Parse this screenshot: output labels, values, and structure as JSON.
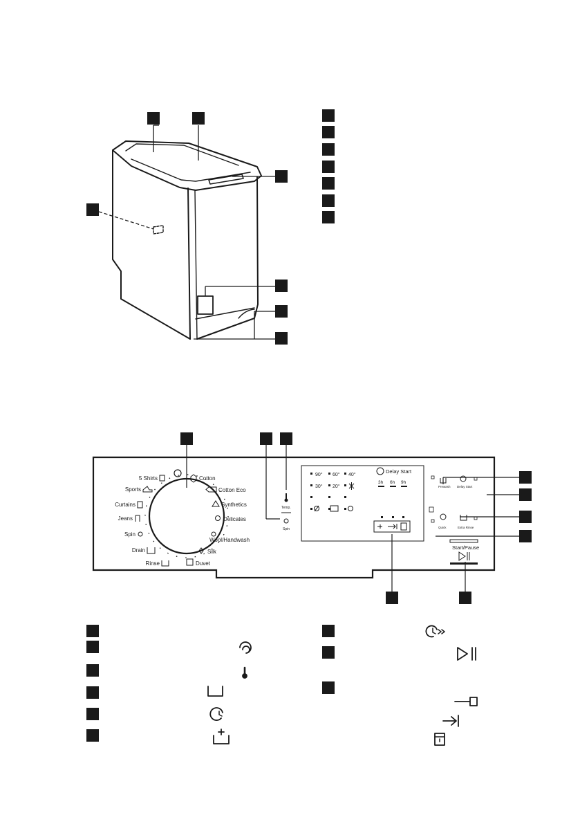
{
  "panel": {
    "programs_left": [
      "5 Shirts",
      "Sports",
      "Curtains",
      "Jeans",
      "Spin",
      "Drain",
      "Rinse"
    ],
    "programs_right": [
      "Cotton",
      "Cotton  Eco",
      "Synthetics",
      "Delicates",
      "Wool/Handwash",
      "Silk",
      "Duvet"
    ],
    "temp_label": "Temp.",
    "spin_label": "Spin",
    "temps": [
      "90°",
      "60°",
      "40°",
      "30°",
      "20°"
    ],
    "delay_start_title": "Delay Start",
    "delay_options": [
      "3h",
      "6h",
      "9h"
    ],
    "btn_prewash": "Prewash",
    "btn_delay_start": "Delay Start",
    "btn_quick": "Quick",
    "btn_extra_rinse": "Extra Rinse",
    "btn_start_pause": "Start/Pause"
  },
  "icons": {
    "legend_left": [
      "spin-icon",
      "temperature-icon",
      "prewash-icon",
      "delay-start-icon",
      "extra-rinse-icon"
    ],
    "legend_right": [
      "quick-icon",
      "start-pause-icon",
      "key-icon",
      "arrow-to-bar-icon",
      "door-lock-icon"
    ]
  },
  "colors": {
    "callout": "#1a1a1a",
    "line": "#1a1a1a"
  }
}
